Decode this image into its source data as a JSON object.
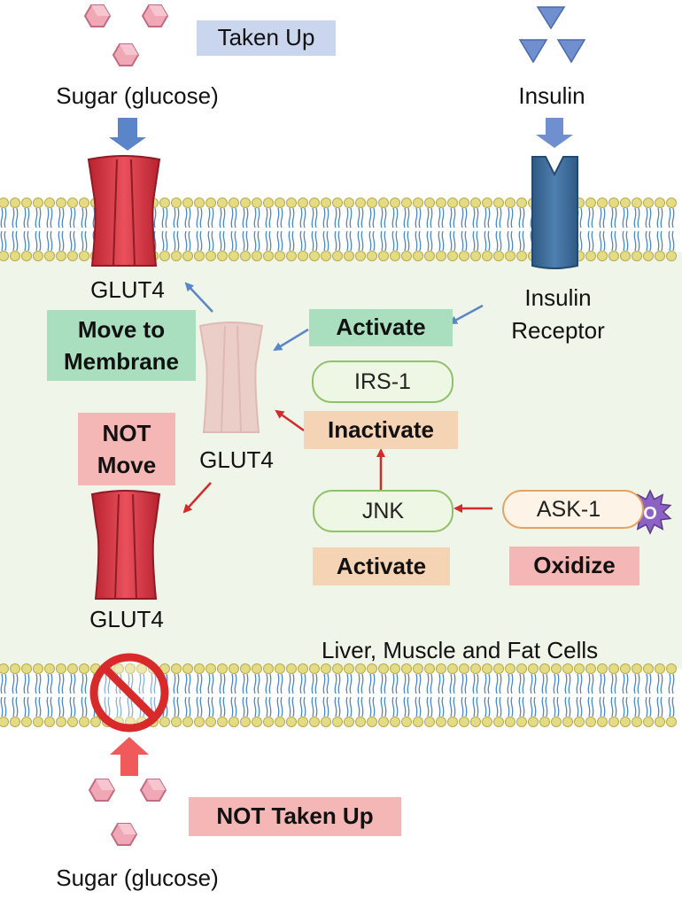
{
  "colors": {
    "membrane_head": "#e4dc85",
    "membrane_tail": "#4a8ac4",
    "cell_interior": "#eff5e8",
    "glut4": "#d93d4a",
    "receptor": "#3d6a99",
    "insulin": "#6f8fcf",
    "blue_arrow": "#5a85c8",
    "red_arrow": "#d42a2a",
    "green_box": "#a9dfbf",
    "blue_box": "#c9d6ee",
    "tan_box": "#f5d3b5",
    "pink_box": "#f5b7b5",
    "no_sign": "#d82a2a"
  },
  "labels": {
    "taken_up": "Taken Up",
    "sugar_top": "Sugar (glucose)",
    "insulin": "Insulin",
    "glut4_top": "GLUT4",
    "insulin_receptor_line1": "Insulin",
    "insulin_receptor_line2": "Receptor",
    "move_to_line1": "Move to",
    "move_to_line2": "Membrane",
    "activate_receptor": "Activate",
    "irs1": "IRS-1",
    "inactivate": "Inactivate",
    "not_line1": "NOT",
    "not_line2": "Move",
    "glut4_middle": "GLUT4",
    "jnk": "JNK",
    "ask1": "ASK-1",
    "oxidation_mark": "O",
    "activate_jnk": "Activate",
    "oxidize": "Oxidize",
    "glut4_bottom": "GLUT4",
    "cell_type": "Liver, Muscle and Fat Cells",
    "not_taken_up": "NOT Taken Up",
    "sugar_bottom": "Sugar (glucose)"
  },
  "icons": [
    "glucose-hexagon-icon",
    "insulin-triangle-icon",
    "glut4-transporter-icon",
    "insulin-receptor-icon",
    "prohibited-icon",
    "oxidation-star-icon"
  ]
}
